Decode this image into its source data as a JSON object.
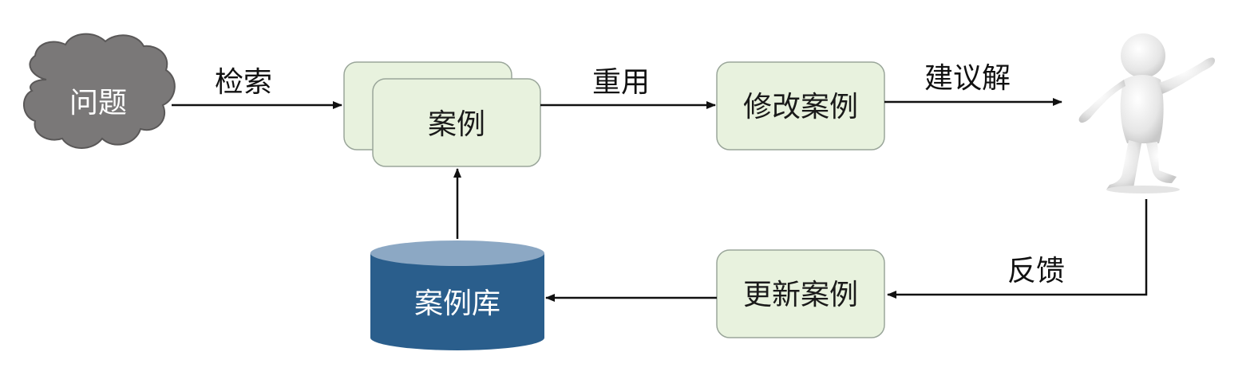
{
  "nodes": {
    "problem": {
      "label": "问题"
    },
    "case": {
      "label": "案例"
    },
    "revise": {
      "label": "修改案例"
    },
    "update": {
      "label": "更新案例"
    },
    "case_base": {
      "label": "案例库"
    }
  },
  "edges": {
    "retrieve": {
      "label": "检索"
    },
    "reuse": {
      "label": "重用"
    },
    "suggest": {
      "label": "建议解"
    },
    "feedback": {
      "label": "反馈"
    }
  },
  "icons": {
    "user": "presenting-person-icon"
  },
  "colors": {
    "box_fill": "#e8f2de",
    "box_stroke": "#9aa69a",
    "cloud_fill": "#7a7878",
    "cylinder_body": "#2a5e8c",
    "cylinder_top": "#8ca8c4",
    "line": "#111111"
  }
}
